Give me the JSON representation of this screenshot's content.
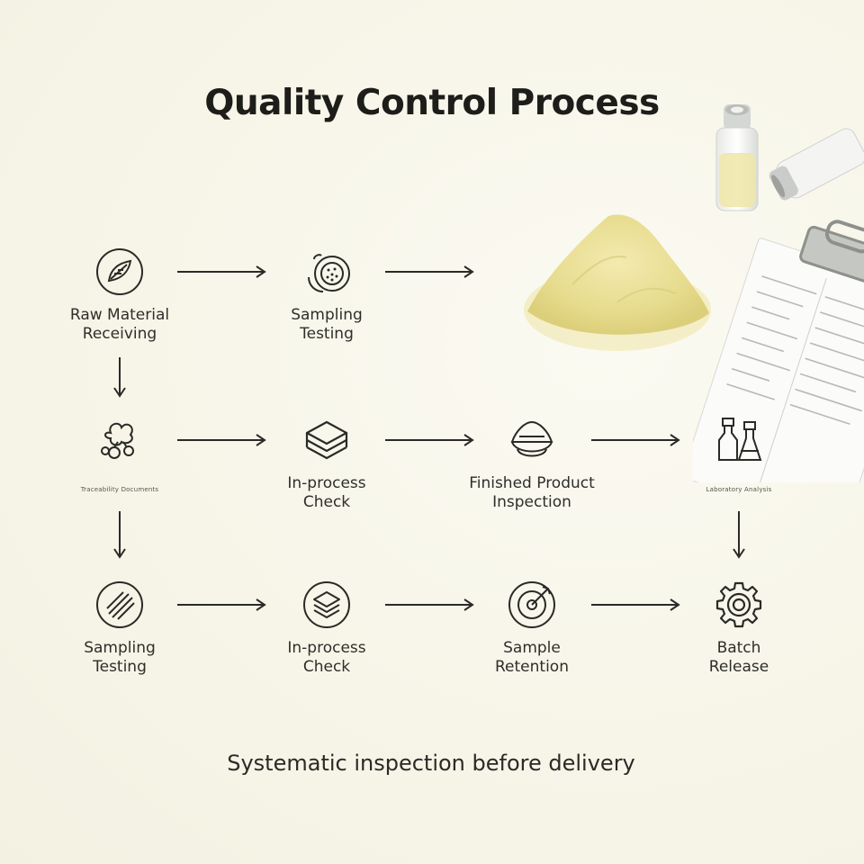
{
  "title": "Quality Control Process",
  "caption": "Systematic inspection before delivery",
  "nodes": {
    "raw_material": {
      "label": "Raw Material\nReceiving",
      "icon": "leaf-knife-icon"
    },
    "sampling_top": {
      "label": "Sampling\nTesting",
      "icon": "fruit-slice-icon"
    },
    "row2_unreadable_left": {
      "label": "Traceability Documents",
      "icon": "molecule-icon"
    },
    "inprocess_mid": {
      "label": "In-process\nCheck",
      "icon": "layers-icon"
    },
    "finished_product": {
      "label": "Finished Product\nInspection",
      "icon": "powder-mound-icon"
    },
    "row2_unreadable_right": {
      "label": "Laboratory Analysis",
      "icon": "lab-bottles-icon"
    },
    "sampling_bottom": {
      "label": "Sampling\nTesting",
      "icon": "striped-circle-icon"
    },
    "inprocess_bottom": {
      "label": "In-process\nCheck",
      "icon": "stack-circle-icon"
    },
    "sample_retention": {
      "label": "Sample\nRetention",
      "icon": "target-arrow-icon"
    },
    "batch_release": {
      "label": "Batch\nRelease",
      "icon": "gear-icon"
    }
  },
  "colors": {
    "ink": "#2a2a26",
    "powder": "#ece4a0",
    "background": "#f7f5e8"
  }
}
